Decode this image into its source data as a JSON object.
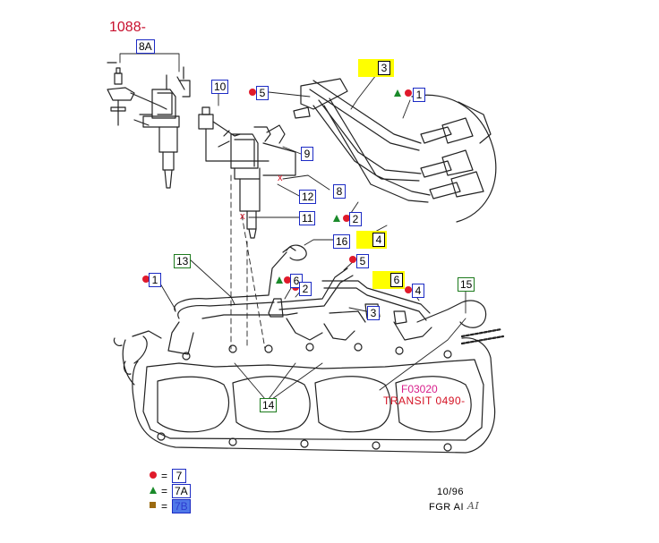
{
  "header": {
    "catalog_number": "1088-"
  },
  "callouts": {
    "c8A": "8A",
    "c10": "10",
    "c5a": "5",
    "c3": "3",
    "c1a": "1",
    "c9": "9",
    "c8": "8",
    "c12": "12",
    "c11": "11",
    "c2a": "2",
    "c16": "16",
    "c4a": "4",
    "c13": "13",
    "c5b": "5",
    "c6a": "6",
    "c6b": "6",
    "c2b": "2",
    "c1b": "1",
    "c4b": "4",
    "c15": "15",
    "c3b": "3",
    "c14": "14"
  },
  "marks": {
    "x1": "x",
    "x2": "x"
  },
  "legend": {
    "circle": {
      "sign": "=",
      "ref": "7"
    },
    "triangle": {
      "sign": "=",
      "ref": "7A"
    },
    "square": {
      "sign": "=",
      "ref": "7B"
    }
  },
  "reference": {
    "code": "F03020",
    "model": "TRANSIT 0490-"
  },
  "footer": {
    "date": "10/96",
    "code": "FGR  AI",
    "code_suffix": "AI"
  },
  "colors": {
    "marker_red": "#e01a2b",
    "marker_green": "#1a8a2a",
    "marker_brown": "#9b6a10",
    "callout_blue": "#1c2bc4",
    "callout_green": "#1c7a1c",
    "highlight": "#ffff00"
  }
}
